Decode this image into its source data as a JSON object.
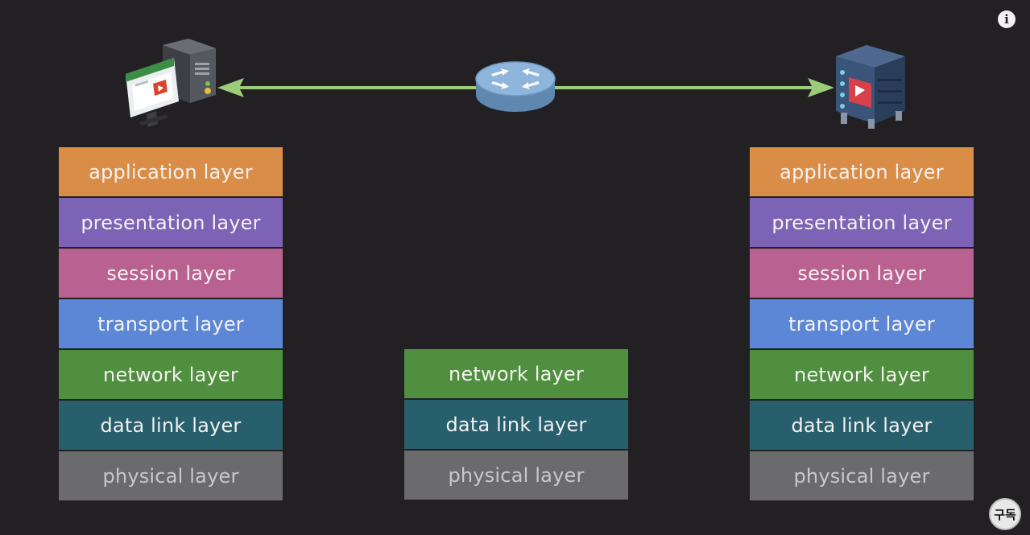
{
  "stacks": {
    "left": [
      {
        "label": "application layer",
        "kind": "application"
      },
      {
        "label": "presentation layer",
        "kind": "presentation"
      },
      {
        "label": "session layer",
        "kind": "session"
      },
      {
        "label": "transport layer",
        "kind": "transport"
      },
      {
        "label": "network layer",
        "kind": "network"
      },
      {
        "label": "data link layer",
        "kind": "datalink"
      },
      {
        "label": "physical layer",
        "kind": "physical"
      }
    ],
    "middle": [
      {
        "label": "network layer",
        "kind": "network"
      },
      {
        "label": "data link layer",
        "kind": "datalink"
      },
      {
        "label": "physical layer",
        "kind": "physical"
      }
    ],
    "right": [
      {
        "label": "application layer",
        "kind": "application"
      },
      {
        "label": "presentation layer",
        "kind": "presentation"
      },
      {
        "label": "session layer",
        "kind": "session"
      },
      {
        "label": "transport layer",
        "kind": "transport"
      },
      {
        "label": "network layer",
        "kind": "network"
      },
      {
        "label": "data link layer",
        "kind": "datalink"
      },
      {
        "label": "physical layer",
        "kind": "physical"
      }
    ]
  },
  "icons": {
    "client": "desktop-computer-icon",
    "router": "router-icon",
    "server": "server-icon",
    "info": "info-icon"
  },
  "controls": {
    "info_glyph": "i",
    "subscribe_label": "구독"
  },
  "colors": {
    "background": "#222022",
    "application": "#d98d47",
    "presentation": "#7d63b6",
    "session": "#b96291",
    "transport": "#5b87d6",
    "network": "#4f8f3f",
    "datalink": "#275f6c",
    "physical": "#6b6b6e",
    "arrow": "#9ccc7a"
  }
}
